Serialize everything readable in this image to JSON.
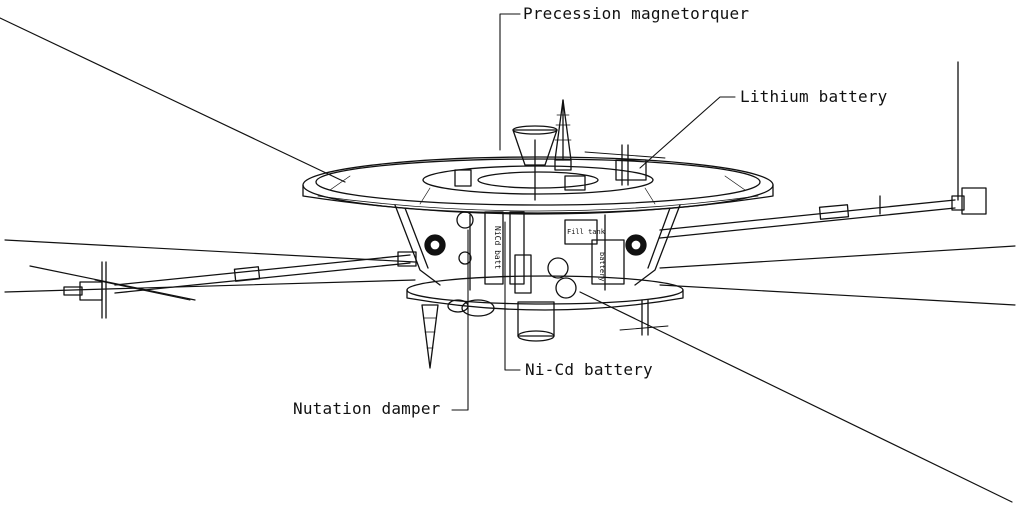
{
  "callouts": {
    "precession_magnetorquer": "Precession magnetorquer",
    "lithium_battery": "Lithium battery",
    "nicd_battery": "Ni-Cd battery",
    "nutation_damper": "Nutation damper"
  },
  "body_markings": {
    "nicd_vertical": "NiCd batt",
    "fill_label": "Fill tank",
    "side_label": "battery"
  },
  "colors": {
    "ink": "#111111",
    "background": "#ffffff"
  }
}
